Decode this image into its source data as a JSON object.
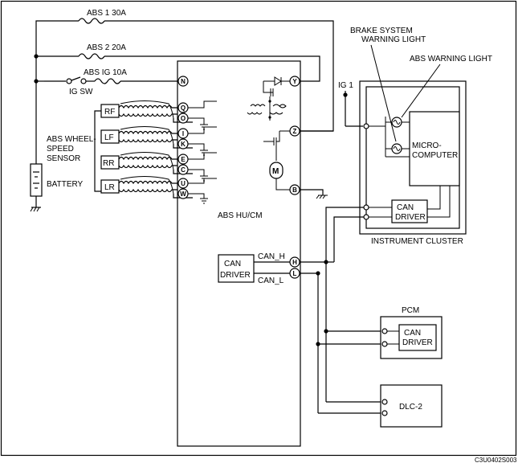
{
  "fuses": {
    "abs1": "ABS 1 30A",
    "abs2": "ABS 2 20A",
    "abs_ig": "ABS IG 10A"
  },
  "ig_sw": "IG SW",
  "ig1": "IG 1",
  "sensor_label": [
    "ABS WHEEL-",
    "SPEED",
    "SENSOR"
  ],
  "battery": "BATTERY",
  "sensors": [
    "RF",
    "LF",
    "RR",
    "LR"
  ],
  "pins": {
    "n": "N",
    "q": "Q",
    "o": "O",
    "i": "I",
    "k": "K",
    "e": "E",
    "c": "C",
    "u": "U",
    "w": "W",
    "y": "Y",
    "z": "Z",
    "b": "B",
    "h": "H",
    "l": "L"
  },
  "hucm": {
    "title": "ABS  HU/CM",
    "can_driver": [
      "CAN",
      "DRIVER"
    ],
    "can_h": "CAN_H",
    "can_l": "CAN_L"
  },
  "cluster": {
    "title": "INSTRUMENT CLUSTER",
    "brake_light": [
      "BRAKE SYSTEM",
      "WARNING LIGHT"
    ],
    "abs_light": "ABS WARNING LIGHT",
    "micro": [
      "MICRO-",
      "COMPUTER"
    ],
    "can_driver": [
      "CAN",
      "DRIVER"
    ]
  },
  "pcm": {
    "title": "PCM",
    "can_driver": [
      "CAN",
      "DRIVER"
    ]
  },
  "dlc": "DLC-2",
  "figure_code": "C3U0402S003"
}
